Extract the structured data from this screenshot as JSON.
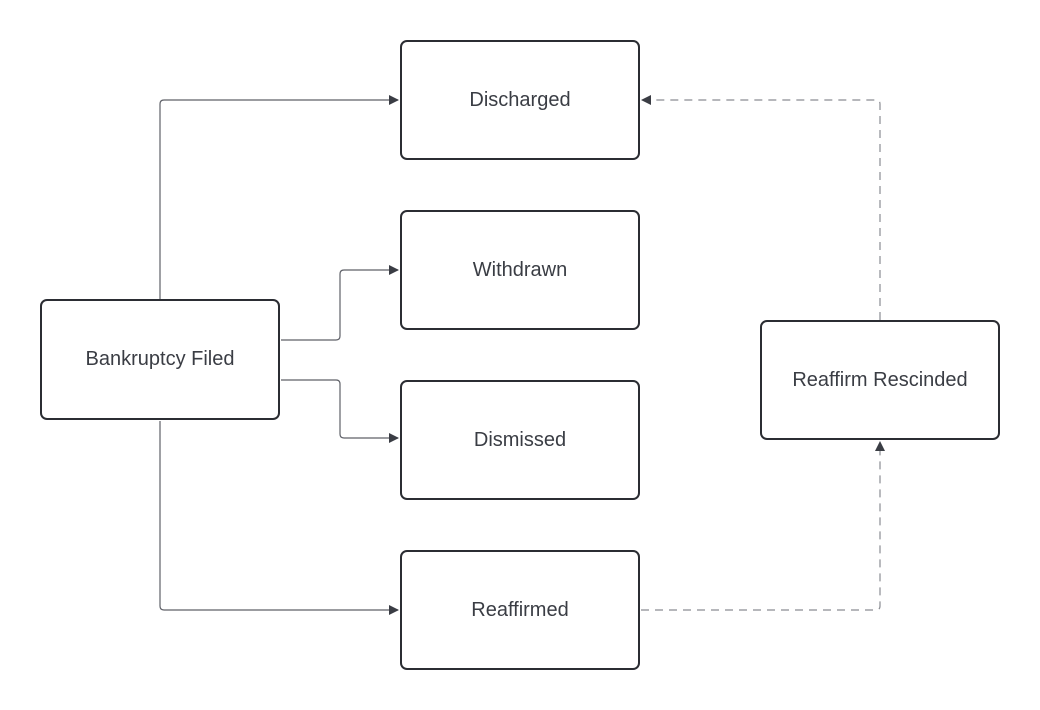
{
  "nodes": {
    "filed": "Bankruptcy Filed",
    "discharged": "Discharged",
    "withdrawn": "Withdrawn",
    "dismissed": "Dismissed",
    "reaffirmed": "Reaffirmed",
    "rescinded": "Reaffirm Rescinded"
  },
  "edges": [
    {
      "from": "filed",
      "to": "discharged",
      "style": "solid"
    },
    {
      "from": "filed",
      "to": "withdrawn",
      "style": "solid"
    },
    {
      "from": "filed",
      "to": "dismissed",
      "style": "solid"
    },
    {
      "from": "filed",
      "to": "reaffirmed",
      "style": "solid"
    },
    {
      "from": "reaffirmed",
      "to": "rescinded",
      "style": "dashed"
    },
    {
      "from": "rescinded",
      "to": "discharged",
      "style": "dashed"
    }
  ],
  "colors": {
    "line": "#5f6168",
    "dashed_line": "#8a8c92",
    "arrowhead": "#3a3d44",
    "node_border": "#2b2d33",
    "text": "#3a3d44"
  }
}
